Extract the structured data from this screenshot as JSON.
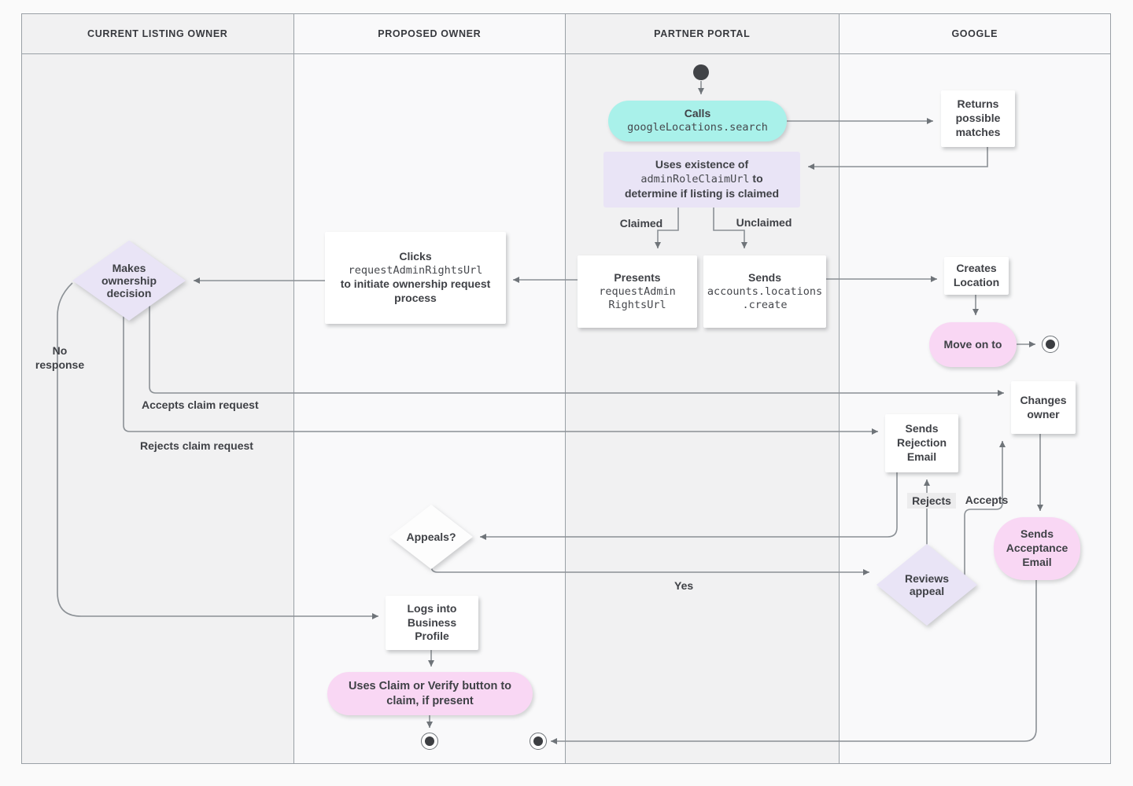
{
  "colors": {
    "teal": "#a9f1ea",
    "pink": "#f9d7f4",
    "lavender": "#e9e4f6",
    "line": "#8b9095",
    "arrow": "#6f7479",
    "lane_dark": "#f1f1f2",
    "lane_light": "#f9f9fa",
    "text": "#3f4146"
  },
  "lanes": [
    {
      "label": "CURRENT LISTING OWNER"
    },
    {
      "label": "PROPOSED OWNER"
    },
    {
      "label": "PARTNER PORTAL"
    },
    {
      "label": "GOOGLE"
    }
  ],
  "nodes": {
    "calls": {
      "title": "Calls",
      "code": "googleLocations.search"
    },
    "returns": {
      "text": "Returns possible matches"
    },
    "uses": {
      "line1": "Uses existence of",
      "code": "adminRoleClaimUrl",
      "line2": "to",
      "line3": "determine if listing is claimed"
    },
    "presents": {
      "title": "Presents",
      "code1": "requestAdmin",
      "code2": "RightsUrl"
    },
    "sendsCreate": {
      "title": "Sends",
      "code1": "accounts.locations",
      "code2": ".create"
    },
    "clicks": {
      "title": "Clicks",
      "code": "requestAdminRightsUrl",
      "rest": "to initiate ownership request process"
    },
    "makes": {
      "text": "Makes ownership decision"
    },
    "creates": {
      "text": "Creates Location"
    },
    "moveOn": {
      "text": "Move on to"
    },
    "changes": {
      "text": "Changes owner"
    },
    "rejection": {
      "text": "Sends Rejection Email"
    },
    "acceptance": {
      "text": "Sends Acceptance Email"
    },
    "reviews": {
      "text": "Reviews appeal"
    },
    "appeals": {
      "text": "Appeals?"
    },
    "logs": {
      "text": "Logs into Business Profile"
    },
    "claimVerify": {
      "text": "Uses Claim or Verify button to claim, if present"
    }
  },
  "edge_labels": {
    "claimed": "Claimed",
    "unclaimed": "Unclaimed",
    "no_response": "No response",
    "accepts_claim": "Accepts claim request",
    "rejects_claim": "Rejects claim request",
    "rejects": "Rejects",
    "accepts": "Accepts",
    "yes": "Yes"
  }
}
